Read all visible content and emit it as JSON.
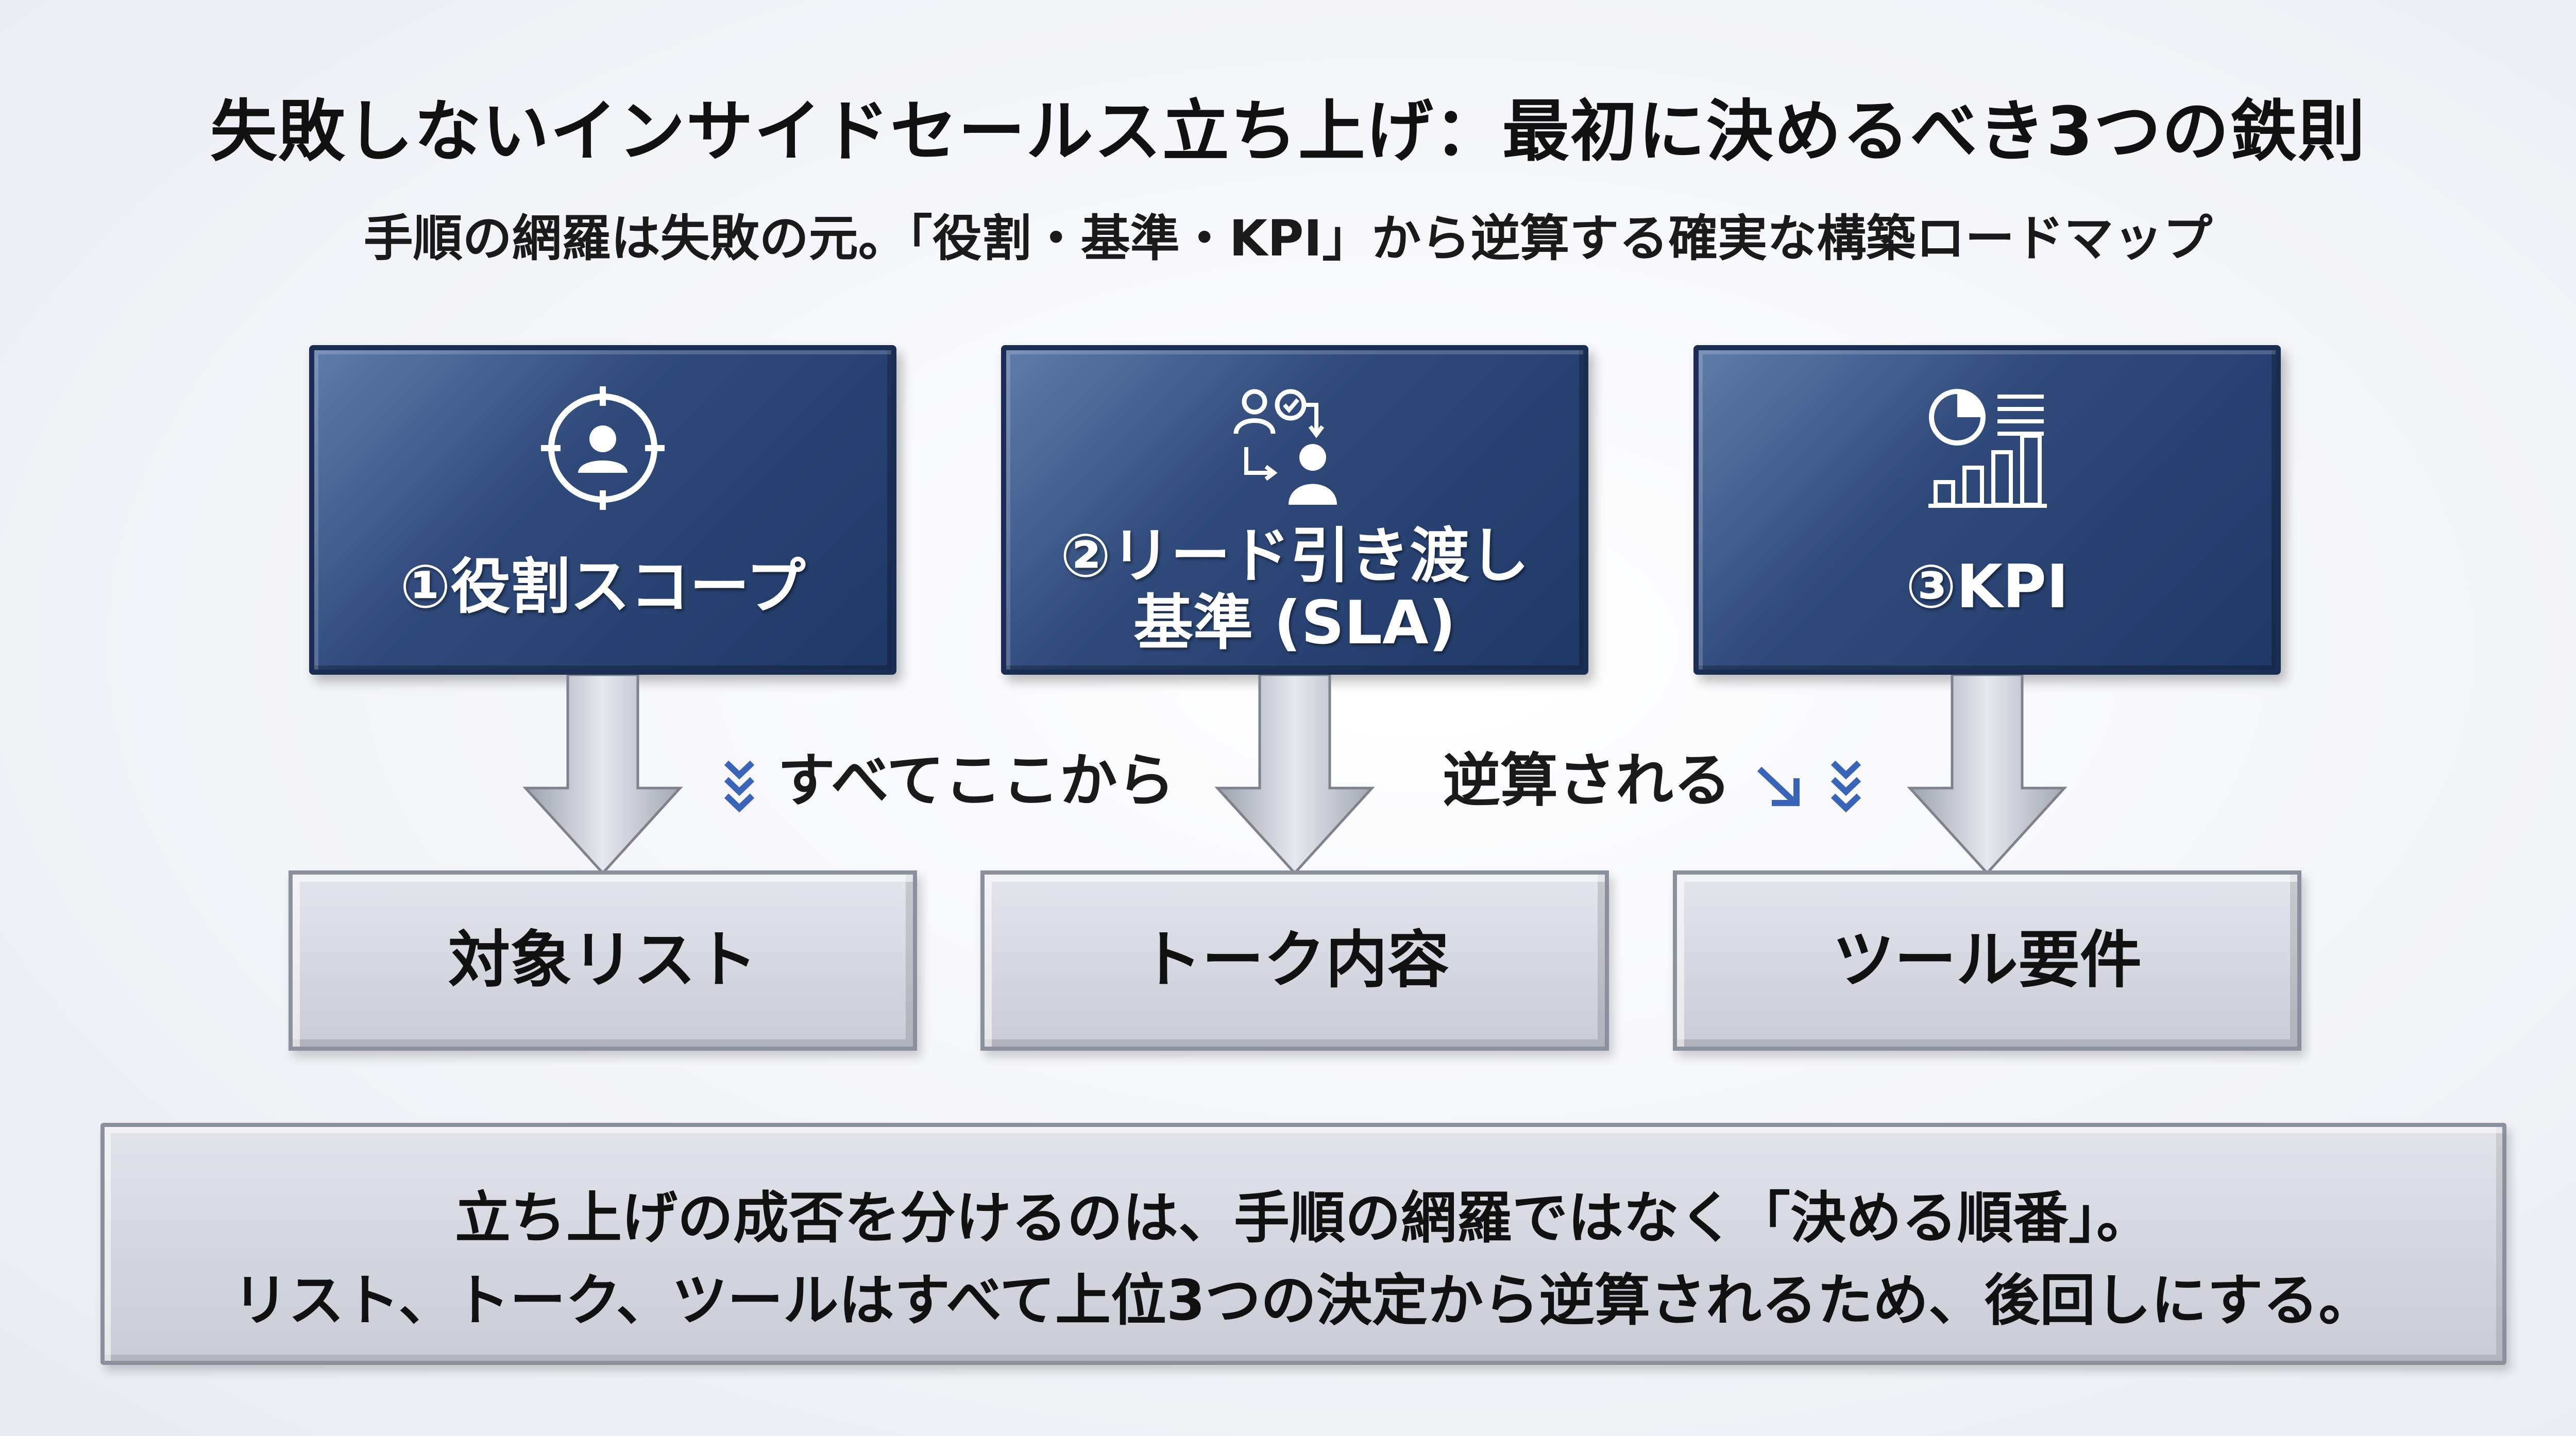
{
  "header": {
    "title": "失敗しないインサイドセールス立ち上げ：最初に決めるべき3つの鉄則",
    "subtitle": "手順の網羅は失敗の元。「役割・基準・KPI」から逆算する確実な構築ロードマップ"
  },
  "pillars": [
    {
      "label_line1": "①役割スコープ",
      "label_line2": "",
      "icon": "target-person-icon"
    },
    {
      "label_line1": "②リード引き渡し",
      "label_line2": "基準 (SLA)",
      "icon": "handoff-people-icon"
    },
    {
      "label_line1": "③KPI",
      "label_line2": "",
      "icon": "chart-icon"
    }
  ],
  "outcomes": [
    {
      "label": "対象リスト"
    },
    {
      "label": "トーク内容"
    },
    {
      "label": "ツール要件"
    }
  ],
  "connectors": {
    "left": "すべてここから",
    "right": "逆算される"
  },
  "summary": {
    "line1": "立ち上げの成否を分けるのは、手順の網羅ではなく「決める順番」。",
    "line2": "リスト、トーク、ツールはすべて上位3つの決定から逆算されるため、後回しにする。"
  },
  "colors": {
    "pillar_fill": "#2f4a7a",
    "outcome_fill": "#d2d5dd",
    "accent_chevron": "#3a64b8"
  }
}
